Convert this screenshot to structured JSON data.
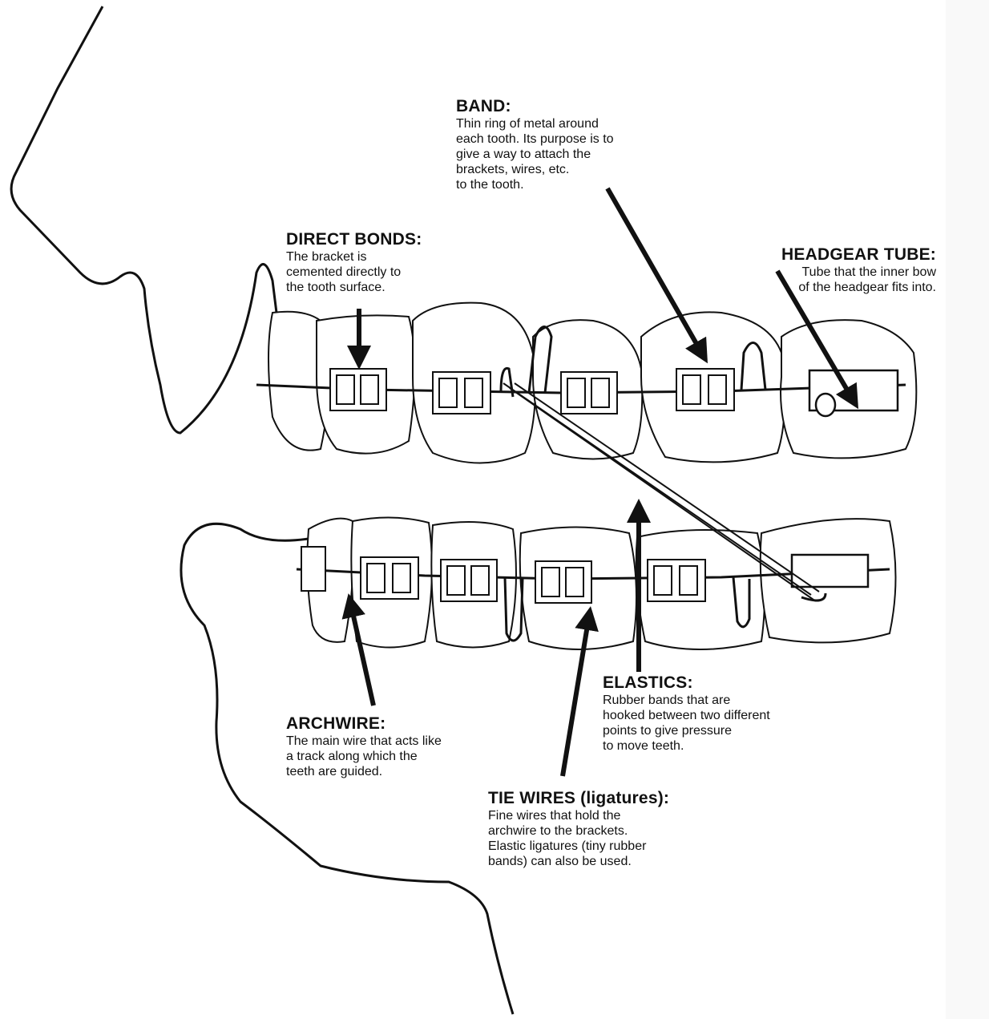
{
  "labels": {
    "band": {
      "title": "BAND:",
      "body": "Thin ring of metal around\neach tooth. Its purpose is to\ngive a way to attach the\nbrackets, wires, etc.\nto the tooth."
    },
    "direct_bonds": {
      "title": "DIRECT BONDS:",
      "body": "The bracket is\ncemented directly to\nthe tooth surface."
    },
    "headgear_tube": {
      "title": "HEADGEAR TUBE:",
      "body": "Tube that the inner bow\nof the headgear fits into."
    },
    "elastics": {
      "title": "ELASTICS:",
      "body": "Rubber bands that are\nhooked between two different\npoints to give pressure\nto move teeth."
    },
    "archwire": {
      "title": "ARCHWIRE:",
      "body": "The main wire that acts like\na track along which the\nteeth are guided."
    },
    "tie_wires": {
      "title": "TIE WIRES (ligatures):",
      "body": "Fine wires that hold the\narchwire to the brackets.\nElastic ligatures (tiny rubber\nbands) can also be used."
    }
  },
  "colors": {
    "ink": "#111111",
    "paper": "#ffffff"
  }
}
